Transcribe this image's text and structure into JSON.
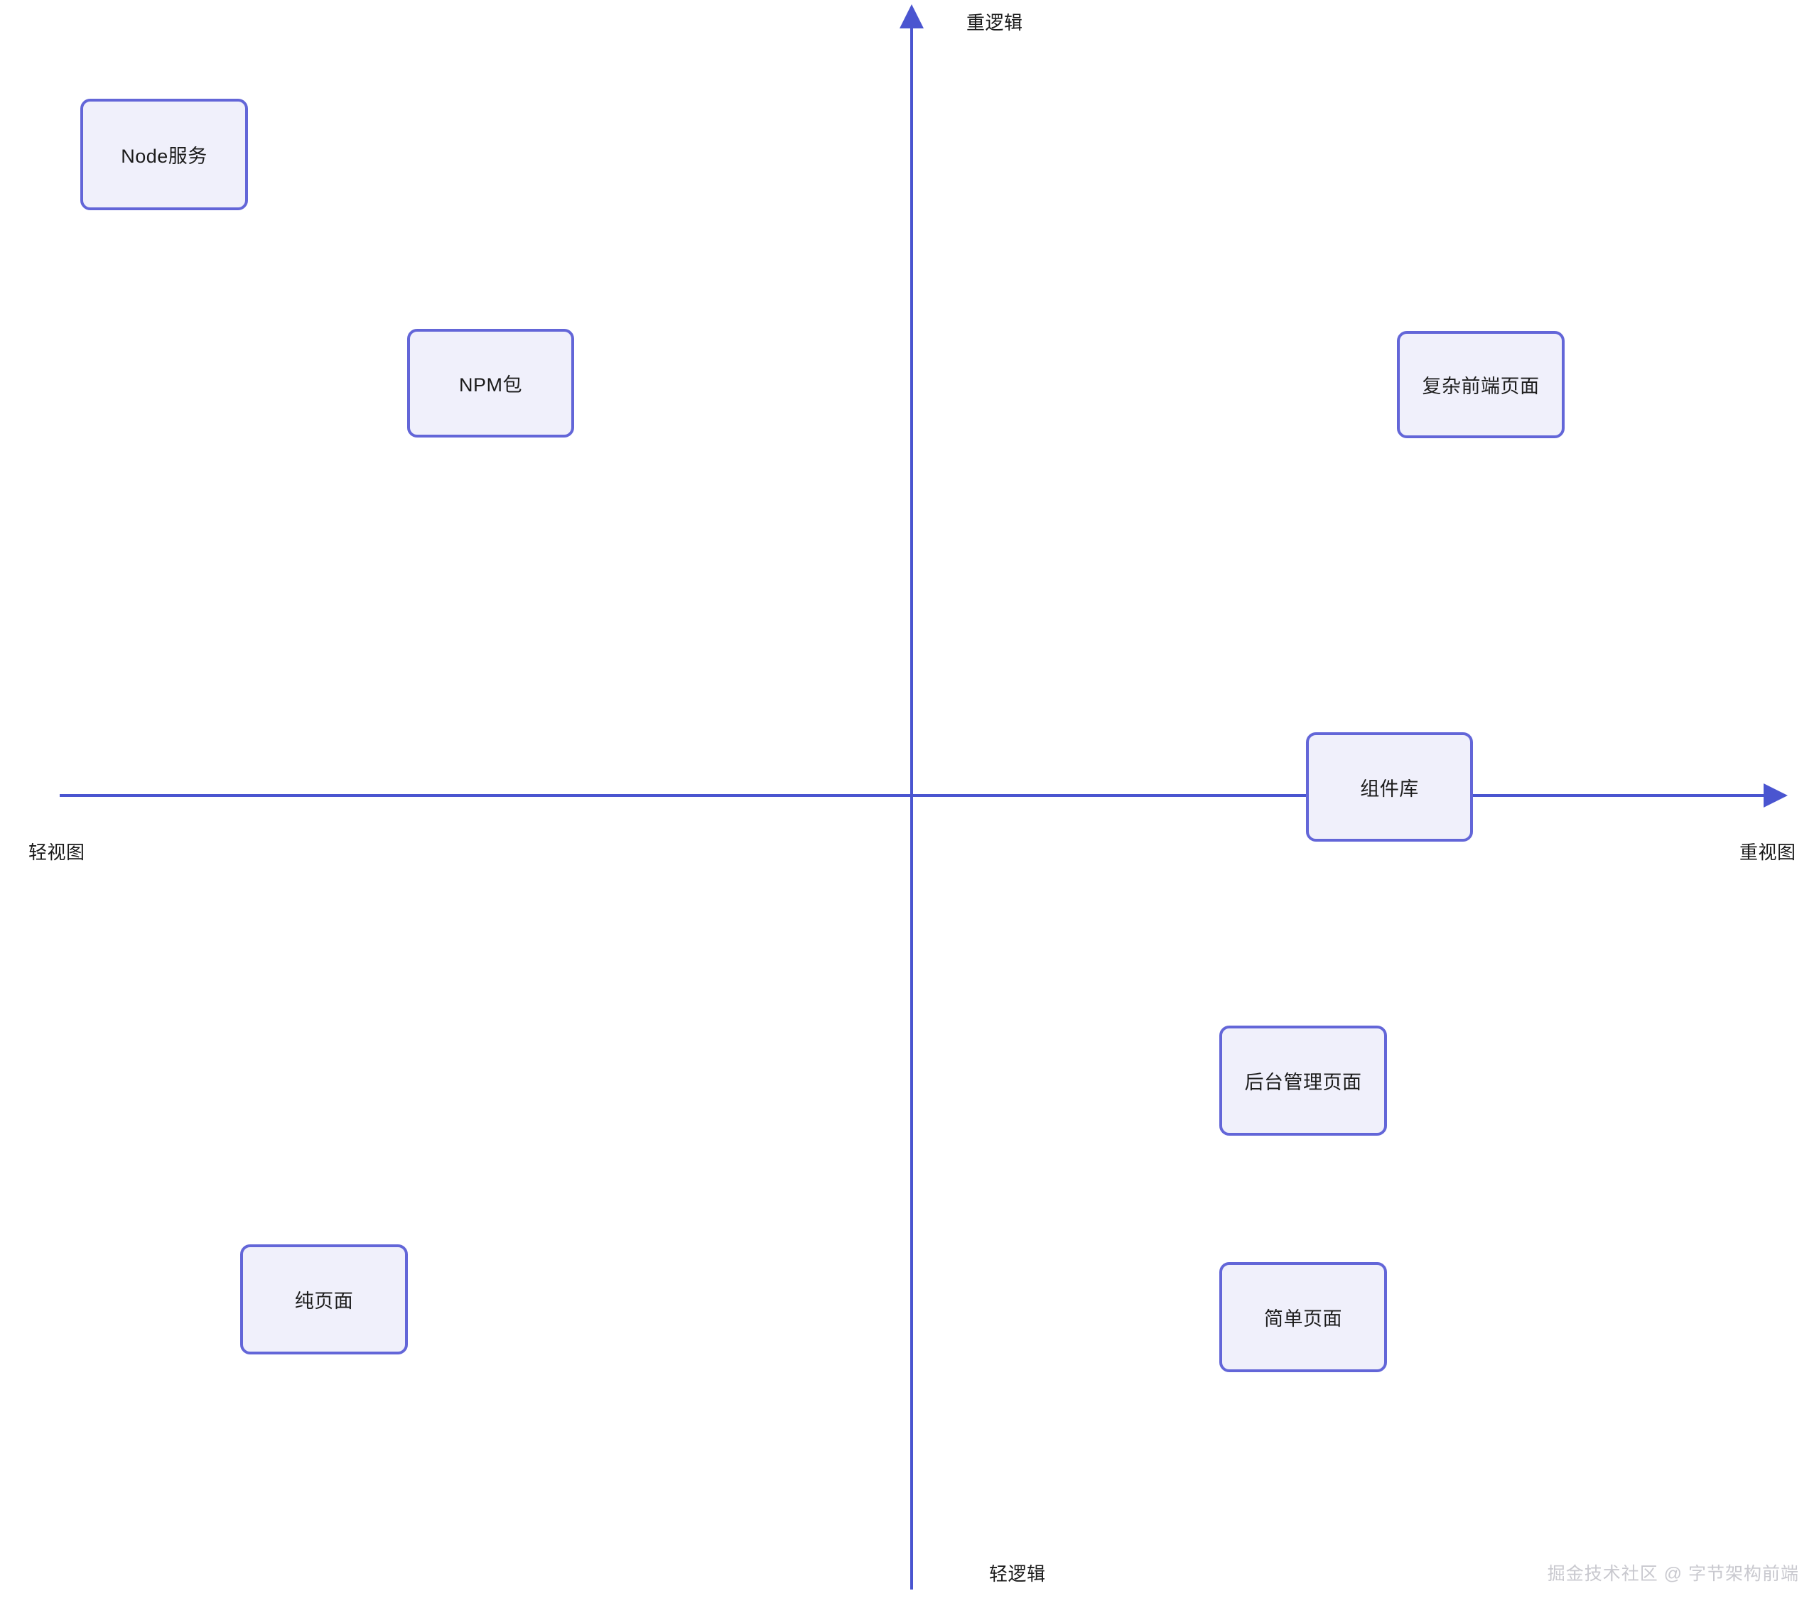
{
  "diagram": {
    "type": "quadrant",
    "axes": {
      "top_label": "重逻辑",
      "bottom_label": "轻逻辑",
      "left_label": "轻视图",
      "right_label": "重视图",
      "color": "#4a55d0"
    },
    "node_style": {
      "fill": "#f0f0fb",
      "border": "#6366d8",
      "text_color": "#1c1c1c"
    },
    "nodes": [
      {
        "id": "node-service",
        "label": "Node服务",
        "quadrant": "top-left"
      },
      {
        "id": "npm-package",
        "label": "NPM包",
        "quadrant": "top-left"
      },
      {
        "id": "complex-frontend",
        "label": "复杂前端页面",
        "quadrant": "top-right"
      },
      {
        "id": "component-library",
        "label": "组件库",
        "quadrant": "on-x-axis-right"
      },
      {
        "id": "admin-page",
        "label": "后台管理页面",
        "quadrant": "bottom-right"
      },
      {
        "id": "simple-page",
        "label": "简单页面",
        "quadrant": "bottom-right"
      },
      {
        "id": "pure-page",
        "label": "纯页面",
        "quadrant": "bottom-left"
      }
    ]
  },
  "watermark": {
    "text": "掘金技术社区 @ 字节架构前端"
  }
}
